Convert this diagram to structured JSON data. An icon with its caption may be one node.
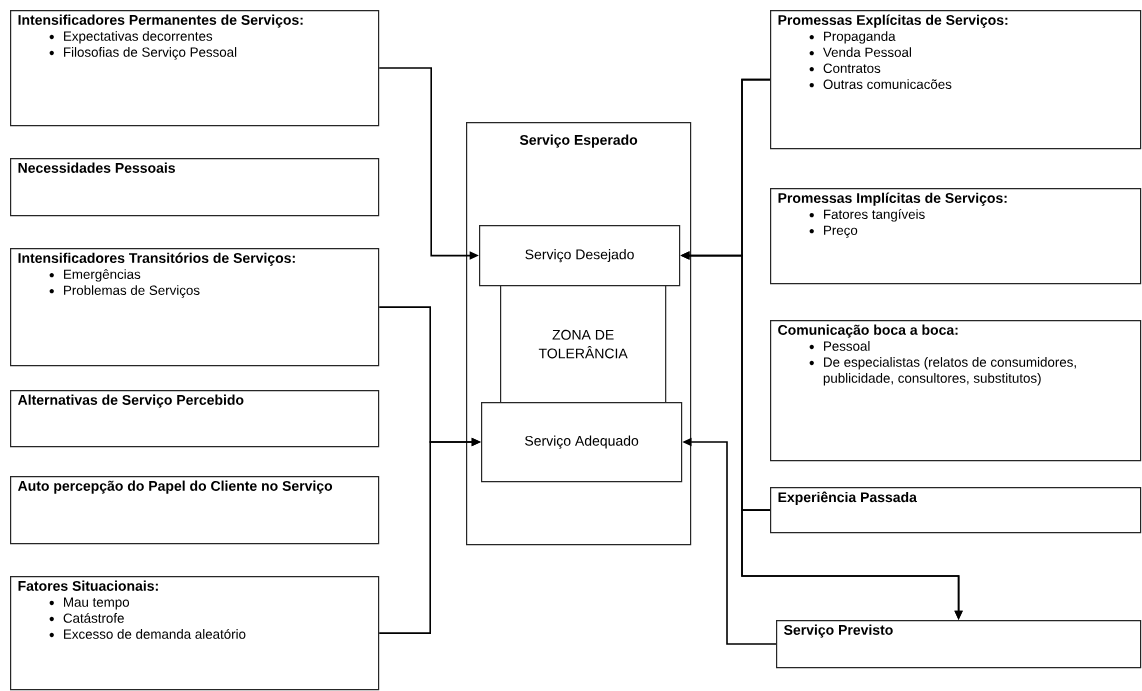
{
  "diagram": {
    "nodes": [
      {
        "text": [
          "Intensificadores Permanentes de Serviços:",
          "Expectativas decorrentes",
          "Filosofias de Serviço Pessoal"
        ]
      },
      {
        "text": [
          "Necessidades Pessoais"
        ]
      },
      {
        "text": [
          "Intensificadores Transitórios de Serviços:",
          "Emergências",
          "Problemas de Serviços"
        ]
      },
      {
        "text": [
          "Alternativas de Serviço Percebido"
        ]
      },
      {
        "text": [
          "Auto percepção do Papel do Cliente no Serviço"
        ]
      },
      {
        "text": [
          "Fatores Situacionais:",
          "Mau tempo",
          "Catástrofe",
          "Excesso de demanda aleatório"
        ]
      },
      {
        "text": [
          "Serviço Esperado"
        ]
      },
      {
        "text": [
          "Serviço Desejado"
        ],
        "in": 6
      },
      {
        "text": [
          "ZONA DE TOLERÂNCIA"
        ],
        "in": 6
      },
      {
        "text": [
          "Serviço Adequado"
        ],
        "in": 6
      },
      {
        "text": [
          "Promessas Explícitas de Serviços:",
          "Propaganda",
          "Venda Pessoal",
          "Contratos",
          "Outras comunicacões"
        ]
      },
      {
        "text": [
          "Promessas Implícitas de Serviços:",
          "Fatores tangíveis",
          "Preço"
        ]
      },
      {
        "text": [
          "Comunicação boca a boca:",
          "Pessoal",
          "De especialistas (relatos de consumidores, publicidade, consultores, substitutos)"
        ]
      },
      {
        "text": [
          "Experiência Passada"
        ]
      },
      {
        "text": [
          "Serviço Previsto"
        ]
      }
    ],
    "edges": [
      {
        "from": 0,
        "to": 7,
        "arrow": "to"
      },
      {
        "from": 2,
        "to": 9,
        "arrow": "to"
      },
      {
        "from": 5,
        "to": 9,
        "arrow": "to"
      },
      {
        "from": 10,
        "to": 7,
        "arrow": "to"
      },
      {
        "from": 13,
        "to": 7,
        "arrow": "to"
      },
      {
        "from": 10,
        "to": 14,
        "arrow": "to"
      },
      {
        "from": 13,
        "to": 14,
        "arrow": "to"
      },
      {
        "from": 14,
        "to": 9,
        "arrow": "to"
      }
    ]
  }
}
